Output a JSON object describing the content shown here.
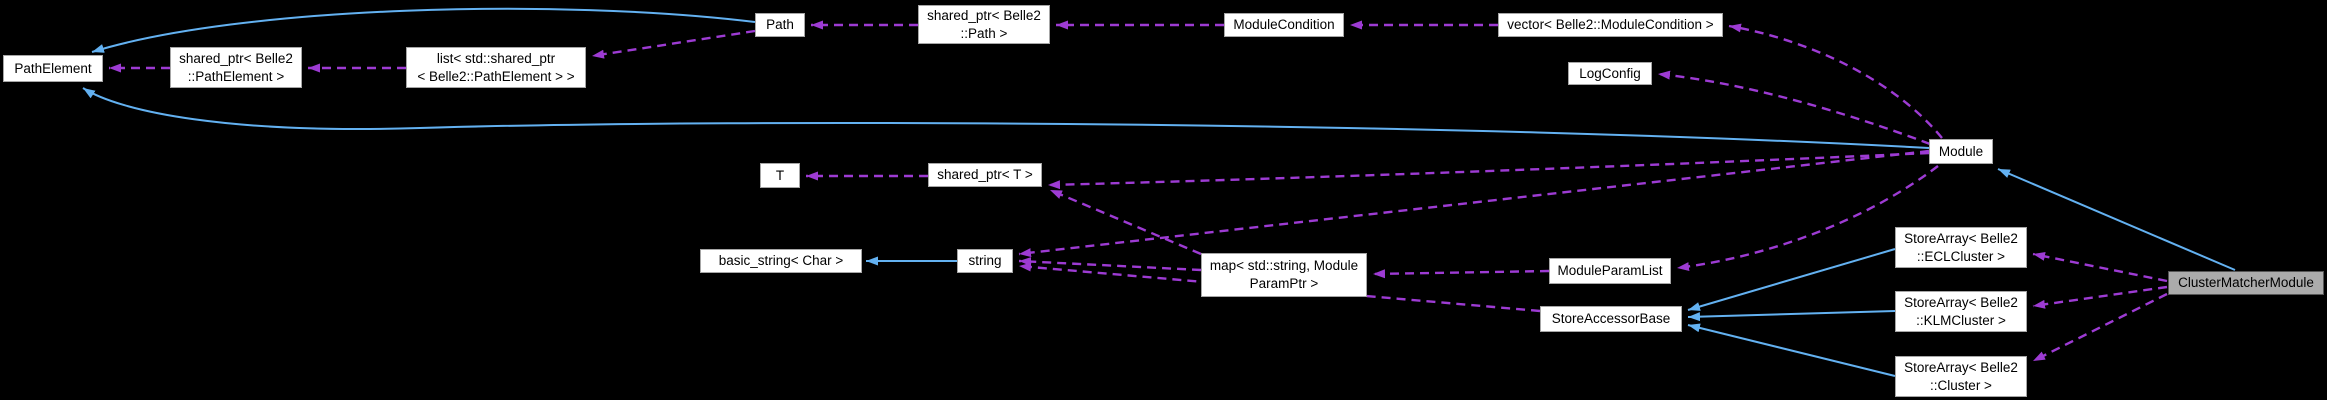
{
  "diagram_type": "collaboration-graph",
  "colors": {
    "background": "#000000",
    "node_fill": "#ffffff",
    "node_border": "#a6a6a6",
    "highlight_fill": "#ababab",
    "highlight_border": "#565656",
    "inheritance_edge": "#63b1f1",
    "usage_edge": "#9d3bd3",
    "node_text": "#000000"
  },
  "nodes": [
    {
      "id": "PathElement",
      "label": "PathElement"
    },
    {
      "id": "shared_ptr_PathElement",
      "label": "shared_ptr< Belle2\n::PathElement >"
    },
    {
      "id": "list_shared_ptr_PathElement",
      "label": "list< std::shared_ptr\n< Belle2::PathElement > >"
    },
    {
      "id": "Path",
      "label": "Path"
    },
    {
      "id": "shared_ptr_Path",
      "label": "shared_ptr< Belle2\n::Path >"
    },
    {
      "id": "ModuleCondition",
      "label": "ModuleCondition"
    },
    {
      "id": "vector_ModuleCondition",
      "label": "vector< Belle2::ModuleCondition >"
    },
    {
      "id": "LogConfig",
      "label": "LogConfig"
    },
    {
      "id": "Module",
      "label": "Module"
    },
    {
      "id": "T",
      "label": "T"
    },
    {
      "id": "shared_ptr_T",
      "label": "shared_ptr< T >"
    },
    {
      "id": "basic_string_Char",
      "label": "basic_string< Char >"
    },
    {
      "id": "string",
      "label": "string"
    },
    {
      "id": "map_string_ModuleParamPtr",
      "label": "map< std::string, Module\nParamPtr >"
    },
    {
      "id": "ModuleParamList",
      "label": "ModuleParamList"
    },
    {
      "id": "StoreAccessorBase",
      "label": "StoreAccessorBase"
    },
    {
      "id": "StoreArray_ECLCluster",
      "label": "StoreArray< Belle2\n::ECLCluster >"
    },
    {
      "id": "StoreArray_KLMCluster",
      "label": "StoreArray< Belle2\n::KLMCluster >"
    },
    {
      "id": "StoreArray_Cluster",
      "label": "StoreArray< Belle2\n::Cluster >"
    },
    {
      "id": "ClusterMatcherModule",
      "label": "ClusterMatcherModule",
      "highlighted": true
    }
  ],
  "edges": {
    "inheritance": [
      {
        "from": "Path",
        "to": "PathElement"
      },
      {
        "from": "Module",
        "to": "PathElement"
      },
      {
        "from": "string",
        "to": "basic_string_Char"
      },
      {
        "from": "StoreArray_ECLCluster",
        "to": "StoreAccessorBase"
      },
      {
        "from": "StoreArray_KLMCluster",
        "to": "StoreAccessorBase"
      },
      {
        "from": "StoreArray_Cluster",
        "to": "StoreAccessorBase"
      },
      {
        "from": "ClusterMatcherModule",
        "to": "Module"
      }
    ],
    "usage": [
      {
        "from": "shared_ptr_PathElement",
        "to": "PathElement"
      },
      {
        "from": "list_shared_ptr_PathElement",
        "to": "shared_ptr_PathElement"
      },
      {
        "from": "Path",
        "to": "list_shared_ptr_PathElement"
      },
      {
        "from": "shared_ptr_Path",
        "to": "Path"
      },
      {
        "from": "ModuleCondition",
        "to": "shared_ptr_Path"
      },
      {
        "from": "vector_ModuleCondition",
        "to": "ModuleCondition"
      },
      {
        "from": "Module",
        "to": "vector_ModuleCondition"
      },
      {
        "from": "Module",
        "to": "LogConfig"
      },
      {
        "from": "shared_ptr_T",
        "to": "T"
      },
      {
        "from": "map_string_ModuleParamPtr",
        "to": "shared_ptr_T"
      },
      {
        "from": "Module",
        "to": "shared_ptr_T"
      },
      {
        "from": "map_string_ModuleParamPtr",
        "to": "string"
      },
      {
        "from": "Module",
        "to": "string"
      },
      {
        "from": "StoreAccessorBase",
        "to": "string"
      },
      {
        "from": "ModuleParamList",
        "to": "map_string_ModuleParamPtr"
      },
      {
        "from": "Module",
        "to": "ModuleParamList"
      },
      {
        "from": "ClusterMatcherModule",
        "to": "StoreArray_ECLCluster"
      },
      {
        "from": "ClusterMatcherModule",
        "to": "StoreArray_KLMCluster"
      },
      {
        "from": "ClusterMatcherModule",
        "to": "StoreArray_Cluster"
      }
    ]
  }
}
